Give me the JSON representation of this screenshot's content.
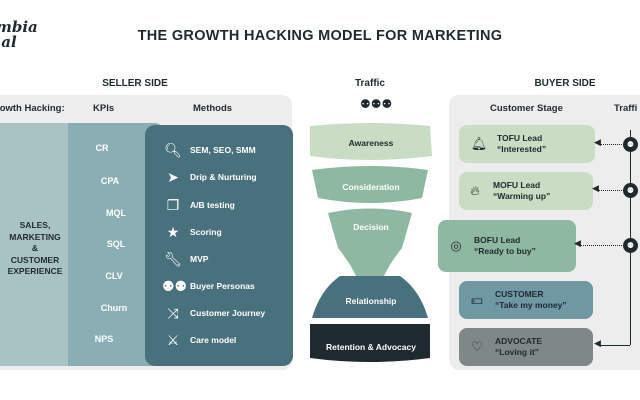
{
  "logo": {
    "text": "mbia\n al"
  },
  "title": "THE GROWTH HACKING MODEL FOR MARKETING",
  "seller": {
    "label": "SELLER SIDE",
    "col_growth": "rowth Hacking:",
    "col_kpis": "KPIs",
    "col_methods": "Methods",
    "growth_text": "SALES,\nMARKETING\n&\nCUSTOMER\nEXPERIENCE",
    "kpis": [
      "CR",
      "CPA",
      "MQL",
      "SQL",
      "CLV",
      "Churn",
      "NPS"
    ],
    "methods": [
      {
        "label": "SEM, SEO, SMM",
        "icon": "search-icon"
      },
      {
        "label": "Drip & Nurturing",
        "icon": "paper-plane-icon"
      },
      {
        "label": "A/B testing",
        "icon": "copy-icon"
      },
      {
        "label": "Scoring",
        "icon": "star-icon"
      },
      {
        "label": "MVP",
        "icon": "wrench-icon"
      },
      {
        "label": "Buyer Personas",
        "icon": "users-icon"
      },
      {
        "label": "Customer Journey",
        "icon": "shuffle-icon"
      },
      {
        "label": "Care model",
        "icon": "handshake-icon"
      }
    ]
  },
  "traffic": {
    "label": "Traffic",
    "icon": "users-icon"
  },
  "funnel": {
    "stages": [
      "Awareness",
      "Consideration",
      "Decision",
      "Relationship",
      "Retention & Advocacy"
    ]
  },
  "buyer": {
    "label": "BUYER SIDE",
    "col_stage": "Customer Stage",
    "col_traffic": "Traffi",
    "stages": [
      {
        "title": "TOFU Lead",
        "quote": "“Interested”",
        "icon": "bell-icon"
      },
      {
        "title": "MOFU Lead",
        "quote": "“Warming up”",
        "icon": "fire-icon"
      },
      {
        "title": "BOFU Lead",
        "quote": "“Ready to buy”",
        "icon": "target-icon"
      },
      {
        "title": "CUSTOMER",
        "quote": "“Take my money”",
        "icon": "money-icon"
      },
      {
        "title": "ADVOCATE",
        "quote": "“Loving it”",
        "icon": "heart-icon"
      }
    ]
  },
  "colors": {
    "light_green": "#c8ddc4",
    "mid_green": "#8fb8a2",
    "dark_teal": "#48717d",
    "navy": "#1f2a2e",
    "stage_tofu": "#c8ddc4",
    "stage_mofu": "#c8ddc4",
    "stage_bofu": "#8fb8a2",
    "stage_customer": "#6f98a3",
    "stage_advocate": "#7f8787"
  }
}
